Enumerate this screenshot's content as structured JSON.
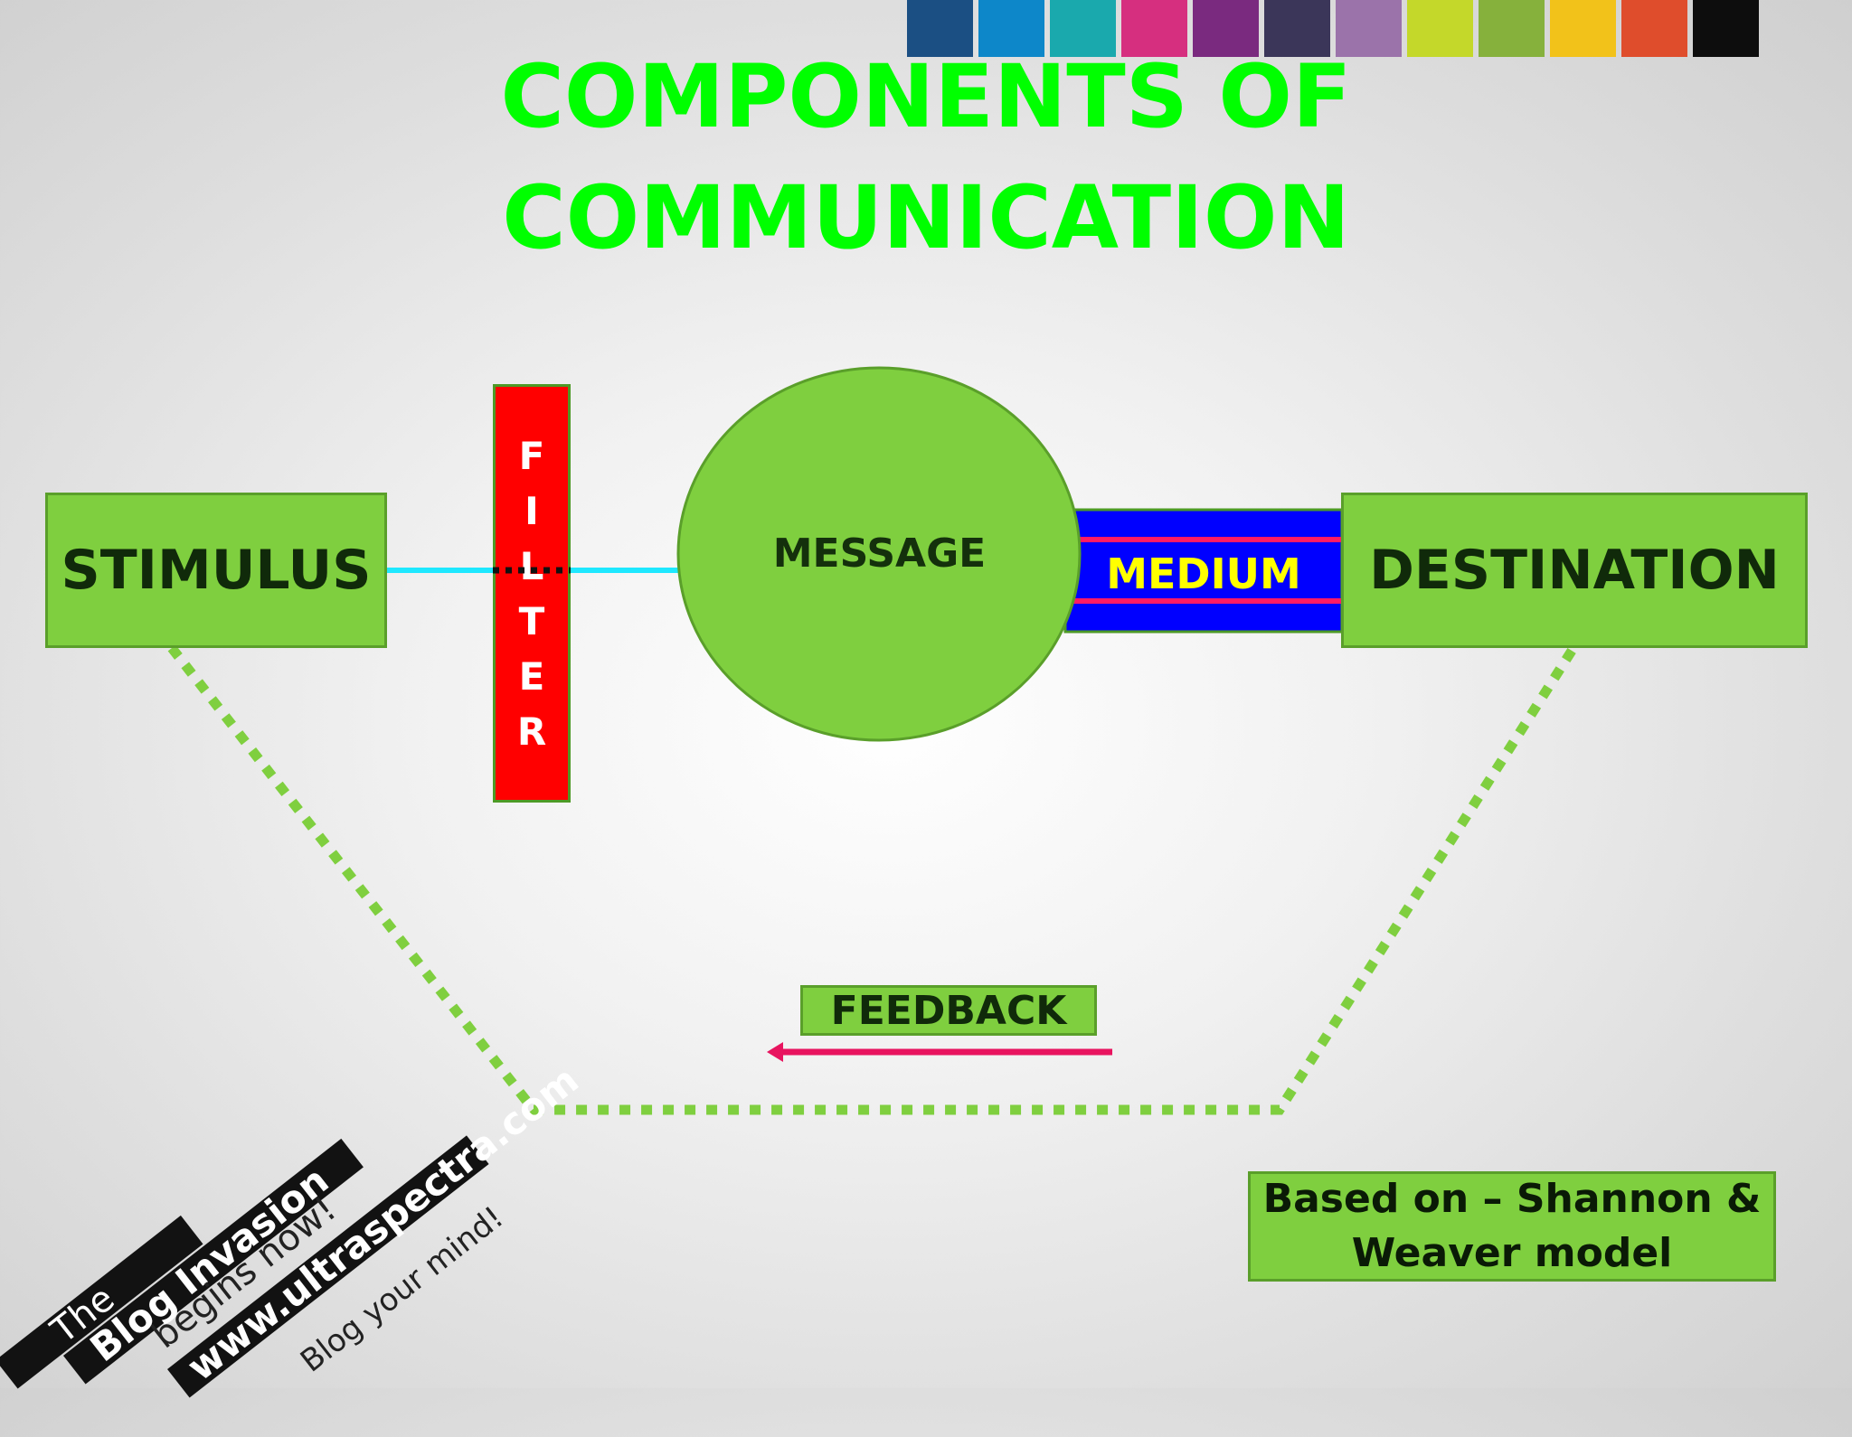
{
  "title": {
    "line1": "COMPONENTS OF",
    "line2": "COMMUNICATION"
  },
  "colors": {
    "title": "#00ff00",
    "box_fill": "#7fcf3f",
    "box_border": "#5a9f2a",
    "filter_fill": "#ff0000",
    "medium_fill": "#0000ff",
    "medium_stripes": "#ff1a66",
    "connector": "#1ee8ff",
    "feedback_arrow": "#e8145f",
    "feedback_path": "#7fcf3f",
    "swatches": [
      "#1b4f83",
      "#0d87c9",
      "#1aa9ad",
      "#d62f7f",
      "#7a2a7f",
      "#3b3659",
      "#9b73aa",
      "#c4d82a",
      "#86b13c",
      "#f2c21a",
      "#df4d2c",
      "#0d0d0d"
    ]
  },
  "nodes": {
    "stimulus": "STIMULUS",
    "filter_letters": [
      "F",
      "I",
      "L",
      "T",
      "E",
      "R"
    ],
    "message": "MESSAGE",
    "medium": "MEDIUM",
    "destination": "DESTINATION",
    "feedback": "FEEDBACK"
  },
  "note": {
    "line1": "Based on – Shannon &",
    "line2": "Weaver model"
  },
  "watermark": {
    "line1": "The",
    "line2": "Blog Invasion",
    "line3": "begins now!",
    "line4": "www.ultraspectra.com",
    "line5": "Blog your mind!"
  }
}
